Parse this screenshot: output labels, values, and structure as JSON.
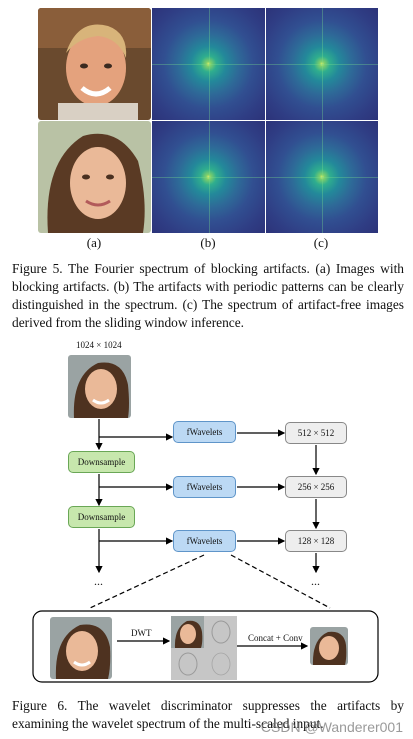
{
  "figure5": {
    "panel_labels": [
      "(a)",
      "(b)",
      "(c)"
    ],
    "caption": "Figure 5. The Fourier spectrum of blocking artifacts. (a) Images with blocking artifacts. (b) The artifacts with periodic patterns can be clearly distinguished in the spectrum. (c) The spectrum of artifact-free images derived from the sliding window inference."
  },
  "figure6": {
    "input_size": "1024 × 1024",
    "downsample_label": "Downsample",
    "iwavelets_label": "fWavelets",
    "sizes": [
      "512 × 512",
      "256 × 256",
      "128 × 128"
    ],
    "ellipsis": "...",
    "detail": {
      "dwt_label": "DWT",
      "concat_label": "Concat + Conv"
    },
    "caption": "Figure 6. The wavelet discriminator suppresses the artifacts by examining the wavelet spectrum of the multi-scaled input."
  },
  "watermark": "CSDN @Wanderer001",
  "colors": {
    "green_box": "#c7e7ad",
    "blue_box": "#bcd9f4",
    "gray_box": "#eeeeee"
  }
}
